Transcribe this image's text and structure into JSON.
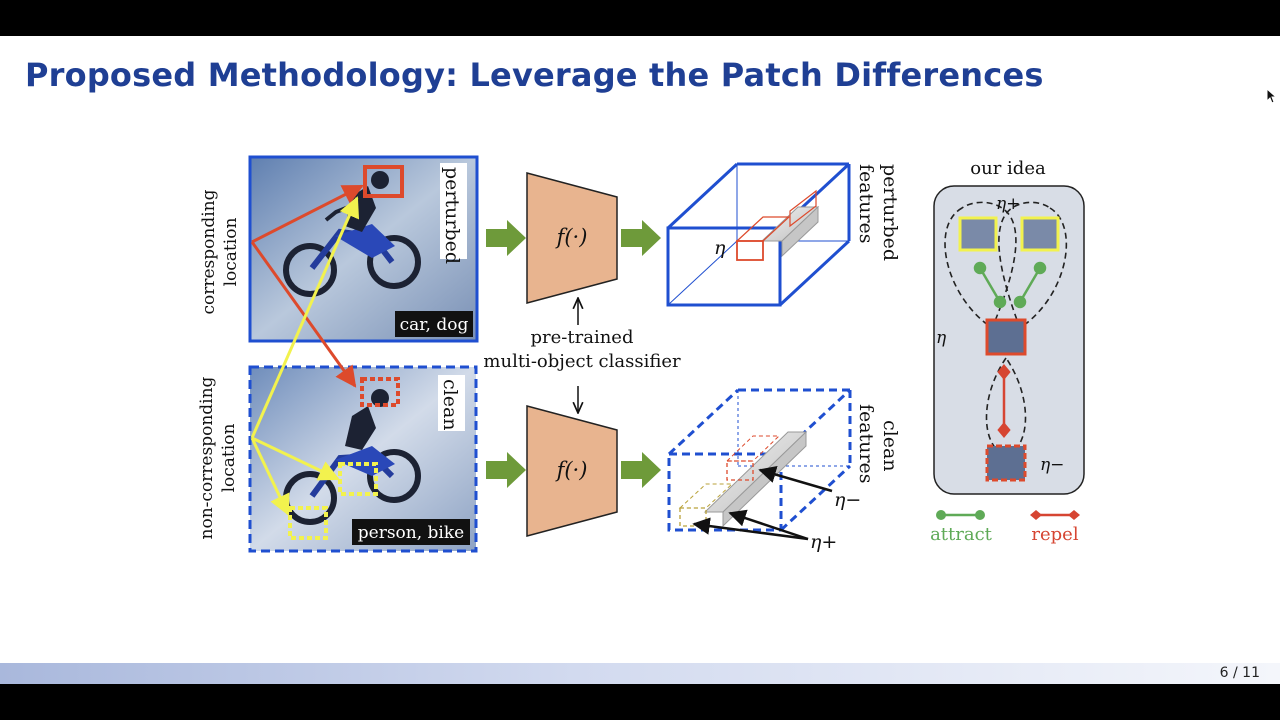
{
  "slide": {
    "title": "Proposed Methodology: Leverage the Patch Differences",
    "page_current": "6",
    "page_total": "11",
    "page_separator": " / "
  },
  "diagram": {
    "perturbed_tag": "perturbed",
    "perturbed_labels": "car, dog",
    "clean_tag": "clean",
    "clean_labels": "person, bike",
    "corresponding_line1": "corresponding",
    "corresponding_line2": "location",
    "noncorresponding_line1": "non-corresponding",
    "noncorresponding_line2": "location",
    "classifier_fn": "f(·)",
    "classifier_line1": "pre-trained",
    "classifier_line2": "multi-object classifier",
    "perturbed_features_line1": "perturbed",
    "perturbed_features_line2": "features",
    "clean_features_line1": "clean",
    "clean_features_line2": "features",
    "eta": "η",
    "eta_minus": "η−",
    "eta_plus": "η+",
    "our_idea": "our idea",
    "attract": "attract",
    "repel": "repel"
  },
  "colors": {
    "title_blue": "#1f3f94",
    "frame_blue": "#1f4fd0",
    "classifier_fill": "#e8b48f",
    "arrow_green": "#6e9a3a",
    "highlight_red": "#dd4a2c",
    "highlight_yellow": "#f2f24e",
    "attract_green": "#5faa57",
    "repel_red": "#d64532",
    "panel_gray": "#d8dde6"
  }
}
